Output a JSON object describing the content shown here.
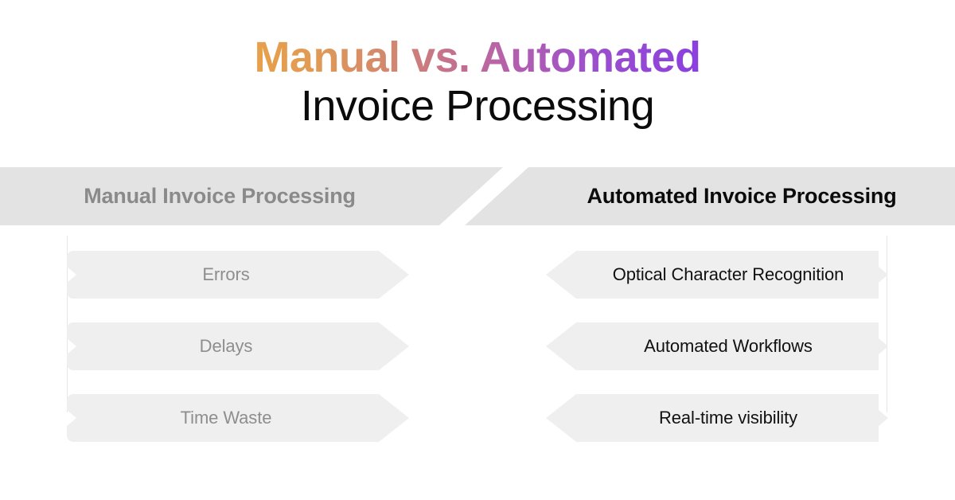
{
  "title": {
    "line1": "Manual vs. Automated",
    "line2": "Invoice Processing",
    "gradient_start": "#E8A04A",
    "gradient_mid": "#C4718E",
    "gradient_end": "#8A3FE0",
    "line2_color": "#0B0B0B"
  },
  "comparison": {
    "band_color": "#E3E3E3",
    "left": {
      "header": "Manual Invoice Processing",
      "header_color": "#8A8A8A",
      "item_color": "#8E8E8E",
      "items": [
        {
          "label": "Errors"
        },
        {
          "label": "Delays"
        },
        {
          "label": "Time Waste"
        }
      ]
    },
    "right": {
      "header": "Automated Invoice Processing",
      "header_color": "#0B0B0B",
      "item_color": "#111111",
      "items": [
        {
          "label": "Optical Character Recognition"
        },
        {
          "label": "Automated Workflows"
        },
        {
          "label": "Real-time visibility"
        }
      ]
    },
    "pill_color": "#EFEFEF"
  }
}
